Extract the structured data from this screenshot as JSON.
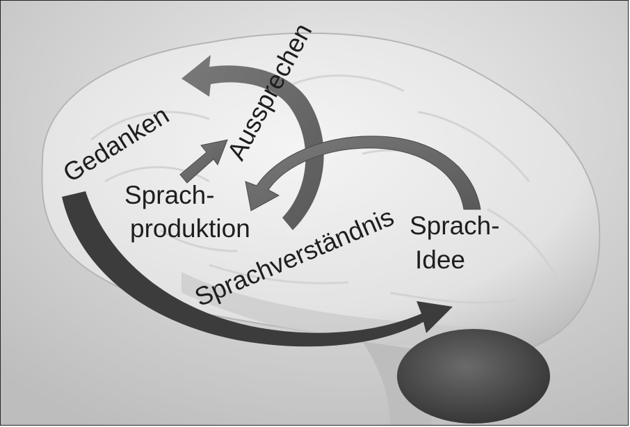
{
  "labels": {
    "gedanken": "Gedanken",
    "aussprechen": "Aussprechen",
    "sprachproduktion_1": "Sprach-",
    "sprachproduktion_2": "produktion",
    "sprachverstaendnis": "Sprachverständnis",
    "sprachidee_1": "Sprach-",
    "sprachidee_2": "Idee"
  },
  "colors": {
    "background": "#d7d7d7",
    "brain": "#ececec",
    "cerebellum": "#4a4a4a",
    "arrow_fill": "#6e6e6e",
    "arrow_dark": "#3a3a3a",
    "text": "#1e1e1e"
  }
}
